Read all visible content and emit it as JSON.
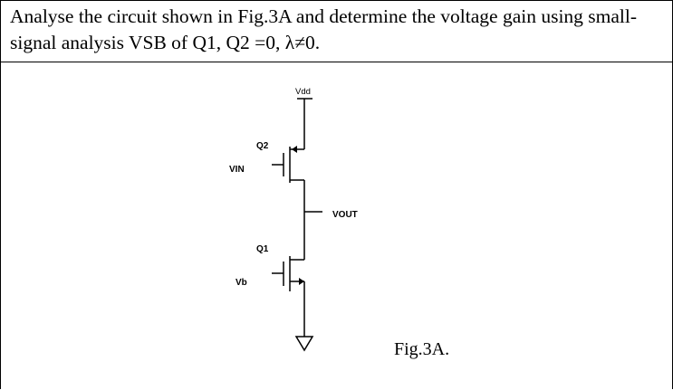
{
  "question": {
    "text": "Analyse the circuit shown in Fig.3A and determine the voltage gain using small-signal analysis VSB of Q1, Q2 =0, λ≠0."
  },
  "circuit": {
    "supply_label": "Vdd",
    "top_transistor_label": "Q2",
    "bottom_transistor_label": "Q1",
    "input_label": "VIN",
    "bias_label": "Vb",
    "output_label": "VOUT"
  },
  "caption": "Fig.3A."
}
